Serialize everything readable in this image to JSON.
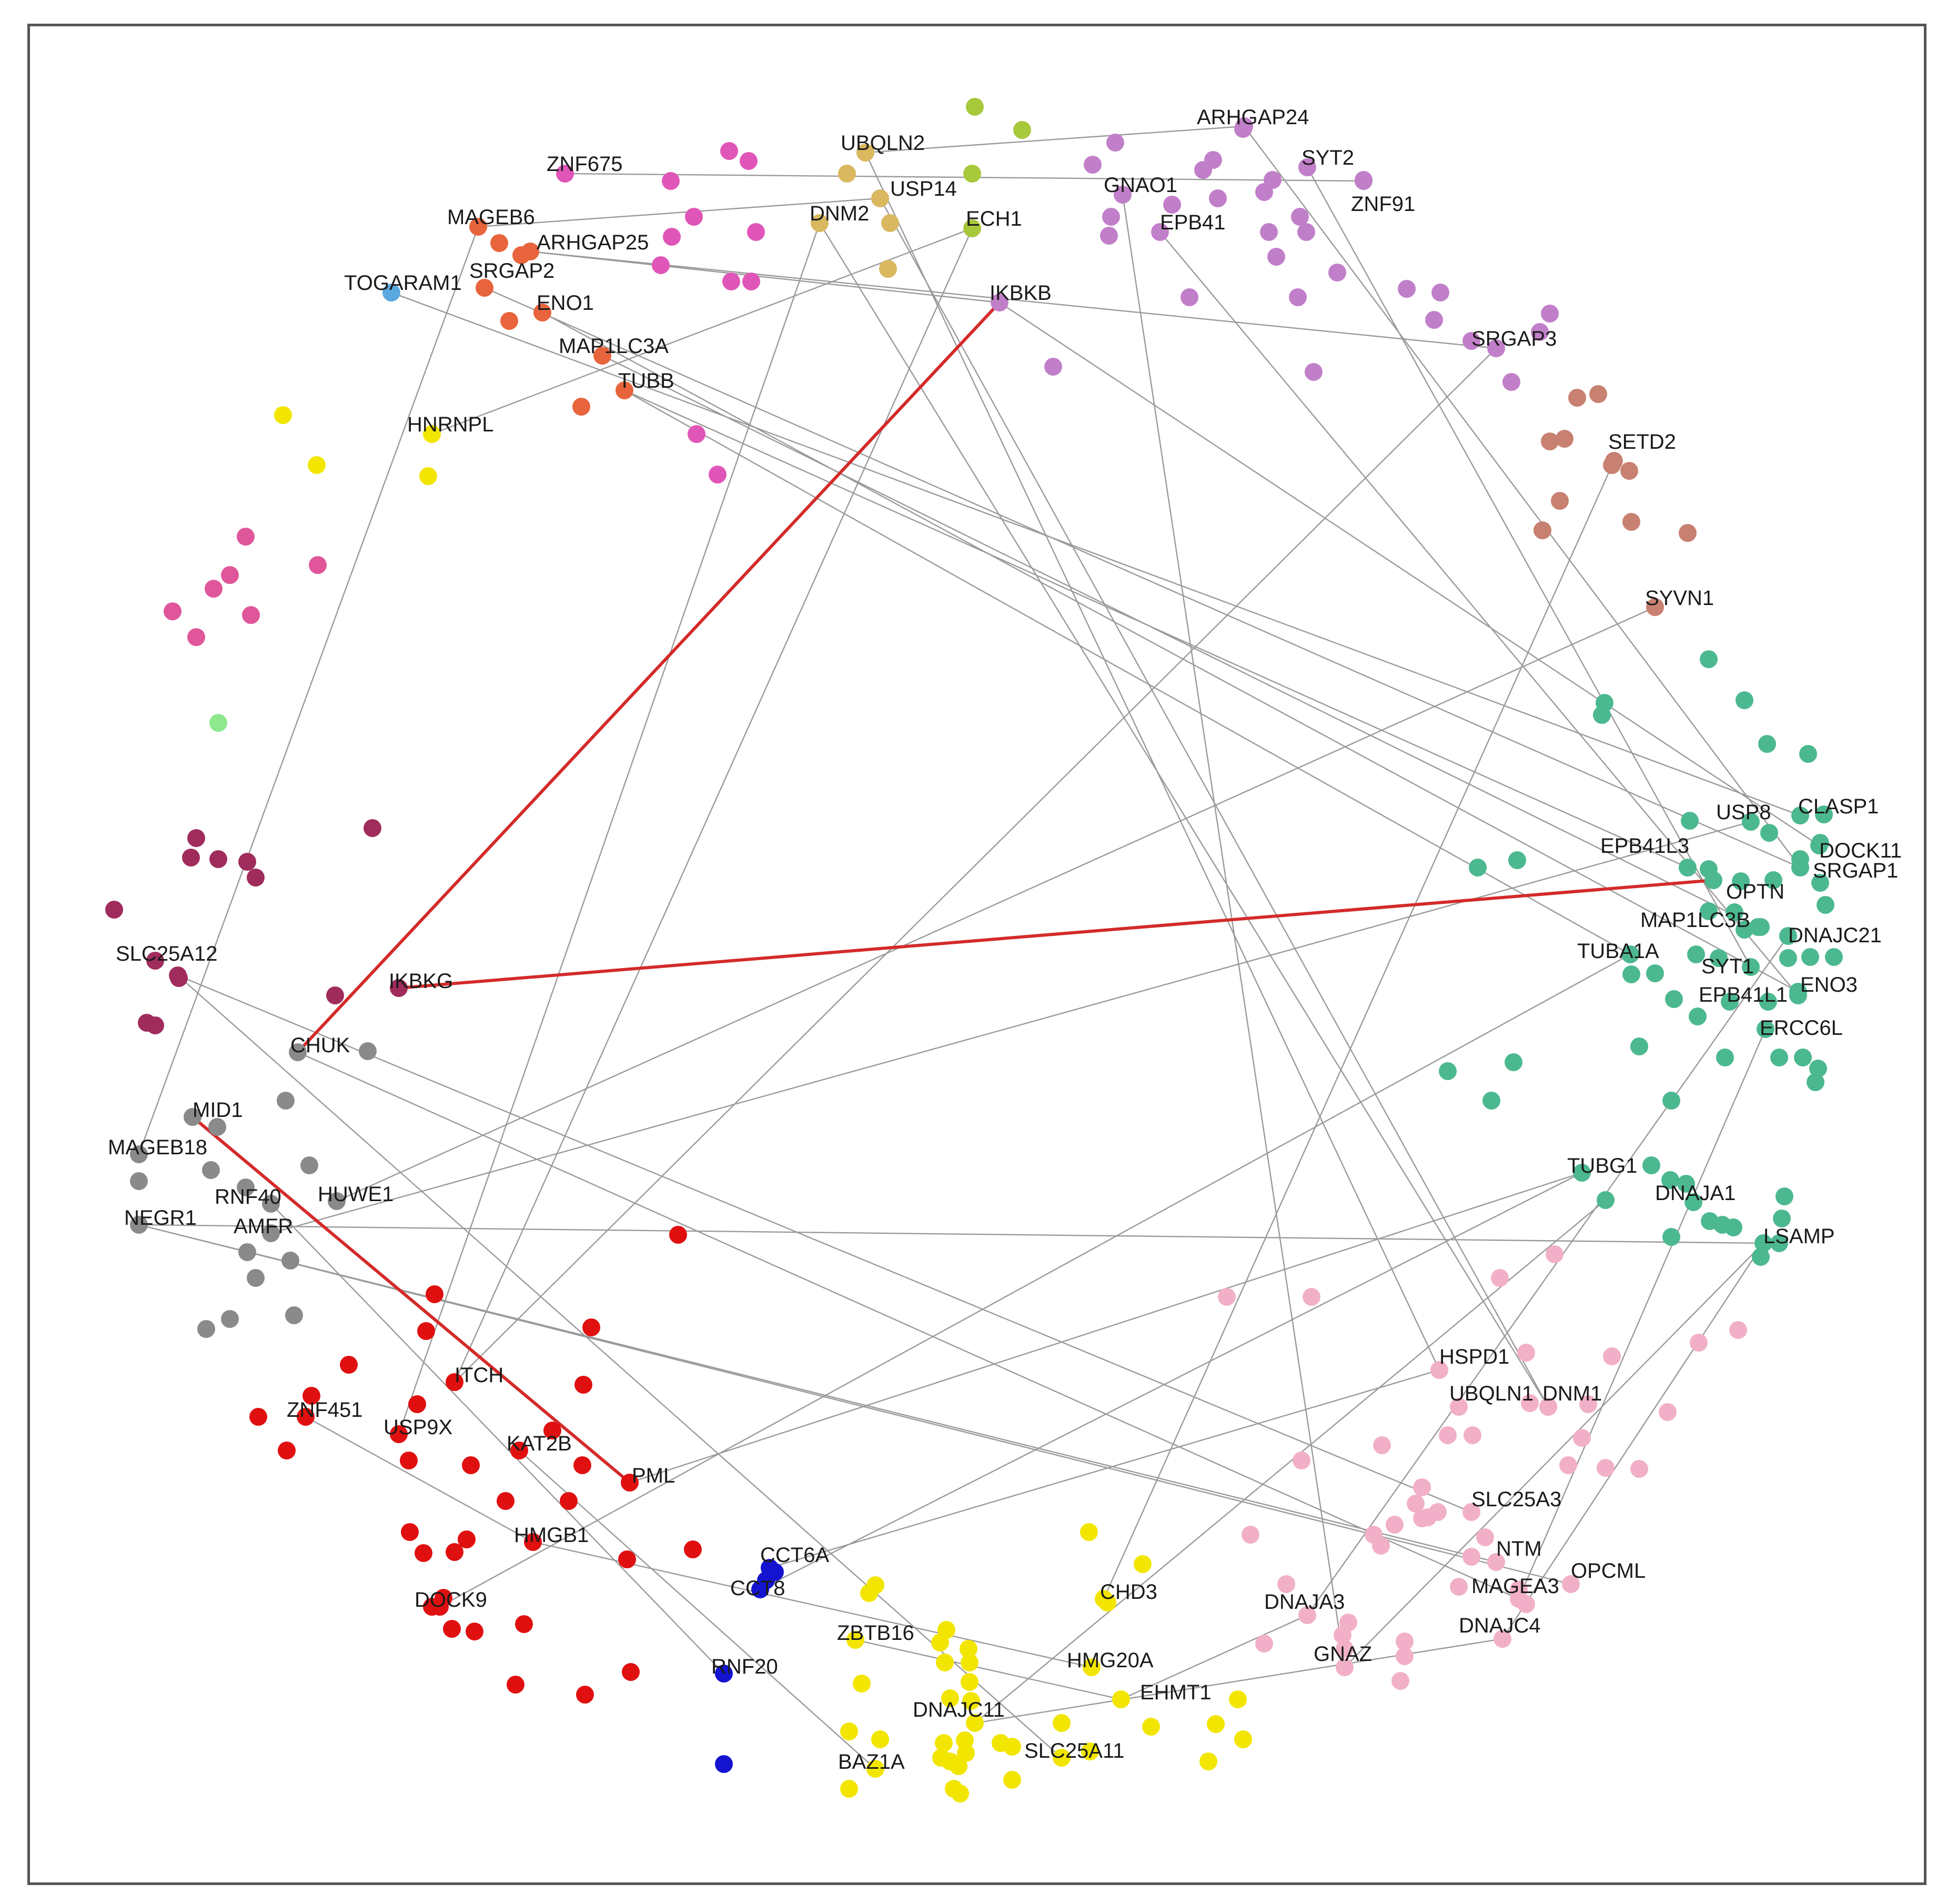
{
  "colors": {
    "background": "#ffffff",
    "frame": "#555555",
    "edge": "#9a9a9a",
    "highlight_edge": "#d42a2a",
    "label": "#1a1a1a"
  },
  "labels": {
    "ZNF675": "ZNF675",
    "UBQLN2": "UBQLN2",
    "USP14": "USP14",
    "DNM2": "DNM2",
    "ECH1": "ECH1",
    "ARHGAP24": "ARHGAP24",
    "SYT2": "SYT2",
    "GNAO1": "GNAO1",
    "ZNF91": "ZNF91",
    "EPB41": "EPB41",
    "MAGEB6": "MAGEB6",
    "ARHGAP25": "ARHGAP25",
    "SRGAP2": "SRGAP2",
    "TOGARAM1": "TOGARAM1",
    "ENO1": "ENO1",
    "IKBKB": "IKBKB",
    "MAP1LC3A": "MAP1LC3A",
    "TUBB": "TUBB",
    "HNRNPL": "HNRNPL",
    "SRGAP3": "SRGAP3",
    "SETD2": "SETD2",
    "SYVN1": "SYVN1",
    "USP8": "USP8",
    "CLASP1": "CLASP1",
    "DOCK11": "DOCK11",
    "EPB41L3": "EPB41L3",
    "SRGAP1": "SRGAP1",
    "OPTN": "OPTN",
    "MAP1LC3B": "MAP1LC3B",
    "DNAJC21": "DNAJC21",
    "TUBA1A": "TUBA1A",
    "SYT1": "SYT1",
    "EPB41L1": "EPB41L1",
    "ENO3": "ENO3",
    "ERCC6L": "ERCC6L",
    "SLC25A12": "SLC25A12",
    "IKBKG": "IKBKG",
    "CHUK": "CHUK",
    "MID1": "MID1",
    "MAGEB18": "MAGEB18",
    "RNF40": "RNF40",
    "HUWE1": "HUWE1",
    "NEGR1": "NEGR1",
    "AMFR": "AMFR",
    "TUBG1": "TUBG1",
    "DNAJA1": "DNAJA1",
    "LSAMP": "LSAMP",
    "HSPD1": "HSPD1",
    "UBQLN1": "UBQLN1",
    "DNM1": "DNM1",
    "ITCH": "ITCH",
    "ZNF451": "ZNF451",
    "USP9X": "USP9X",
    "KAT2B": "KAT2B",
    "PML": "PML",
    "SLC25A3": "SLC25A3",
    "HMGB1": "HMGB1",
    "CCT6A": "CCT6A",
    "NTM": "NTM",
    "CCT8": "CCT8",
    "OPCML": "OPCML",
    "MAGEA3": "MAGEA3",
    "CHD3": "CHD3",
    "DOCK9": "DOCK9",
    "DNAJA3": "DNAJA3",
    "ZBTB16": "ZBTB16",
    "DNAJC4": "DNAJC4",
    "HMG20A": "HMG20A",
    "GNAZ": "GNAZ",
    "RNF20": "RNF20",
    "EHMT1": "EHMT1",
    "DNAJC11": "DNAJC11",
    "BAZ1A": "BAZ1A",
    "SLC25A11": "SLC25A11"
  },
  "clusters": [
    {
      "id": "magenta",
      "color": "#e056b8"
    },
    {
      "id": "gold",
      "color": "#d9b860"
    },
    {
      "id": "olive",
      "color": "#a8c83c"
    },
    {
      "id": "violet",
      "color": "#c17fc9"
    },
    {
      "id": "orange",
      "color": "#e8643c"
    },
    {
      "id": "blue-light",
      "color": "#5aa8e0"
    },
    {
      "id": "yellow",
      "color": "#f2e600"
    },
    {
      "id": "pink",
      "color": "#e0569a"
    },
    {
      "id": "lime",
      "color": "#8ee88e"
    },
    {
      "id": "brown",
      "color": "#c88070"
    },
    {
      "id": "teal",
      "color": "#4cb890"
    },
    {
      "id": "maroon",
      "color": "#a02c5c"
    },
    {
      "id": "grey",
      "color": "#8a8a8a"
    },
    {
      "id": "red",
      "color": "#e01010"
    },
    {
      "id": "light-pink",
      "color": "#f2b0c8"
    },
    {
      "id": "blue",
      "color": "#1414d0"
    }
  ],
  "nodes": [
    {
      "label": "ZNF675",
      "cluster": "magenta"
    },
    {
      "label": "UBQLN2",
      "cluster": "gold"
    },
    {
      "label": "USP14",
      "cluster": "gold"
    },
    {
      "label": "DNM2",
      "cluster": "gold"
    },
    {
      "label": "ECH1",
      "cluster": "olive"
    },
    {
      "label": "ARHGAP24",
      "cluster": "violet"
    },
    {
      "label": "SYT2",
      "cluster": "violet"
    },
    {
      "label": "GNAO1",
      "cluster": "violet"
    },
    {
      "label": "ZNF91",
      "cluster": "violet"
    },
    {
      "label": "EPB41",
      "cluster": "violet"
    },
    {
      "label": "MAGEB6",
      "cluster": "orange"
    },
    {
      "label": "ARHGAP25",
      "cluster": "orange"
    },
    {
      "label": "SRGAP2",
      "cluster": "orange"
    },
    {
      "label": "TOGARAM1",
      "cluster": "blue-light"
    },
    {
      "label": "ENO1",
      "cluster": "orange"
    },
    {
      "label": "IKBKB",
      "cluster": "violet"
    },
    {
      "label": "MAP1LC3A",
      "cluster": "orange"
    },
    {
      "label": "TUBB",
      "cluster": "orange"
    },
    {
      "label": "HNRNPL",
      "cluster": "yellow"
    },
    {
      "label": "SRGAP3",
      "cluster": "violet"
    },
    {
      "label": "SETD2",
      "cluster": "brown"
    },
    {
      "label": "SYVN1",
      "cluster": "brown"
    },
    {
      "label": "USP8",
      "cluster": "teal"
    },
    {
      "label": "CLASP1",
      "cluster": "teal"
    },
    {
      "label": "DOCK11",
      "cluster": "teal"
    },
    {
      "label": "EPB41L3",
      "cluster": "teal"
    },
    {
      "label": "SRGAP1",
      "cluster": "teal"
    },
    {
      "label": "OPTN",
      "cluster": "teal"
    },
    {
      "label": "MAP1LC3B",
      "cluster": "teal"
    },
    {
      "label": "DNAJC21",
      "cluster": "teal"
    },
    {
      "label": "TUBA1A",
      "cluster": "teal"
    },
    {
      "label": "SYT1",
      "cluster": "teal"
    },
    {
      "label": "EPB41L1",
      "cluster": "teal"
    },
    {
      "label": "ENO3",
      "cluster": "teal"
    },
    {
      "label": "ERCC6L",
      "cluster": "teal"
    },
    {
      "label": "SLC25A12",
      "cluster": "maroon"
    },
    {
      "label": "IKBKG",
      "cluster": "maroon"
    },
    {
      "label": "CHUK",
      "cluster": "grey"
    },
    {
      "label": "MID1",
      "cluster": "grey"
    },
    {
      "label": "MAGEB18",
      "cluster": "grey"
    },
    {
      "label": "RNF40",
      "cluster": "grey"
    },
    {
      "label": "HUWE1",
      "cluster": "grey"
    },
    {
      "label": "NEGR1",
      "cluster": "grey"
    },
    {
      "label": "AMFR",
      "cluster": "grey"
    },
    {
      "label": "TUBG1",
      "cluster": "teal"
    },
    {
      "label": "DNAJA1",
      "cluster": "teal"
    },
    {
      "label": "LSAMP",
      "cluster": "teal"
    },
    {
      "label": "HSPD1",
      "cluster": "light-pink"
    },
    {
      "label": "UBQLN1",
      "cluster": "light-pink"
    },
    {
      "label": "DNM1",
      "cluster": "light-pink"
    },
    {
      "label": "ITCH",
      "cluster": "red"
    },
    {
      "label": "ZNF451",
      "cluster": "red"
    },
    {
      "label": "USP9X",
      "cluster": "red"
    },
    {
      "label": "KAT2B",
      "cluster": "red"
    },
    {
      "label": "PML",
      "cluster": "red"
    },
    {
      "label": "SLC25A3",
      "cluster": "light-pink"
    },
    {
      "label": "HMGB1",
      "cluster": "red"
    },
    {
      "label": "CCT6A",
      "cluster": "blue"
    },
    {
      "label": "NTM",
      "cluster": "light-pink"
    },
    {
      "label": "CCT8",
      "cluster": "blue"
    },
    {
      "label": "OPCML",
      "cluster": "light-pink"
    },
    {
      "label": "MAGEA3",
      "cluster": "light-pink"
    },
    {
      "label": "CHD3",
      "cluster": "yellow"
    },
    {
      "label": "DOCK9",
      "cluster": "red"
    },
    {
      "label": "DNAJA3",
      "cluster": "light-pink"
    },
    {
      "label": "ZBTB16",
      "cluster": "yellow"
    },
    {
      "label": "DNAJC4",
      "cluster": "light-pink"
    },
    {
      "label": "HMG20A",
      "cluster": "yellow"
    },
    {
      "label": "GNAZ",
      "cluster": "light-pink"
    },
    {
      "label": "RNF20",
      "cluster": "blue"
    },
    {
      "label": "EHMT1",
      "cluster": "yellow"
    },
    {
      "label": "DNAJC11",
      "cluster": "yellow"
    },
    {
      "label": "BAZ1A",
      "cluster": "yellow"
    },
    {
      "label": "SLC25A11",
      "cluster": "yellow"
    }
  ],
  "edges": [
    [
      "IKBKB",
      "CHUK",
      "highlight"
    ],
    [
      "IKBKG",
      "OPTN",
      "highlight"
    ],
    [
      "MID1",
      "PML",
      "highlight"
    ],
    [
      "ZNF675",
      "ZNF91",
      "normal"
    ],
    [
      "UBQLN2",
      "ARHGAP24",
      "normal"
    ],
    [
      "ARHGAP25",
      "IKBKB",
      "normal"
    ],
    [
      "ARHGAP25",
      "SRGAP3",
      "normal"
    ],
    [
      "MAGEB6",
      "USP14",
      "normal"
    ],
    [
      "ENO1",
      "ENO3",
      "normal"
    ],
    [
      "TUBB",
      "TUBA1A",
      "normal"
    ],
    [
      "TUBB",
      "EPB41L3",
      "normal"
    ],
    [
      "MAP1LC3A",
      "MAP1LC3B",
      "normal"
    ],
    [
      "HNRNPL",
      "ECH1",
      "normal"
    ],
    [
      "TOGARAM1",
      "CLASP1",
      "normal"
    ],
    [
      "SRGAP2",
      "SRGAP1",
      "normal"
    ],
    [
      "GNAO1",
      "GNAZ",
      "normal"
    ],
    [
      "EPB41",
      "EPB41L1",
      "normal"
    ],
    [
      "SYT2",
      "SYT1",
      "normal"
    ],
    [
      "USP14",
      "UBQLN1",
      "normal"
    ],
    [
      "UBQLN2",
      "HSPD1",
      "normal"
    ],
    [
      "DNM2",
      "DNM1",
      "normal"
    ],
    [
      "DNM2",
      "USP9X",
      "normal"
    ],
    [
      "ECH1",
      "ITCH",
      "normal"
    ],
    [
      "IKBKB",
      "DOCK11",
      "normal"
    ],
    [
      "SETD2",
      "CHD3",
      "normal"
    ],
    [
      "SYVN1",
      "HUWE1",
      "normal"
    ],
    [
      "SLC25A12",
      "SLC25A3",
      "normal"
    ],
    [
      "SLC25A12",
      "SLC25A11",
      "normal"
    ],
    [
      "CHUK",
      "MAGEA3",
      "normal"
    ],
    [
      "MAGEB18",
      "MAGEB6",
      "normal"
    ],
    [
      "NEGR1",
      "LSAMP",
      "normal"
    ],
    [
      "NEGR1",
      "NTM",
      "normal"
    ],
    [
      "NEGR1",
      "OPCML",
      "normal"
    ],
    [
      "AMFR",
      "USP8",
      "normal"
    ],
    [
      "RNF40",
      "RNF20",
      "normal"
    ],
    [
      "ZNF451",
      "HMGB1",
      "normal"
    ],
    [
      "KAT2B",
      "BAZ1A",
      "normal"
    ],
    [
      "PML",
      "TUBG1",
      "normal"
    ],
    [
      "HMGB1",
      "HMG20A",
      "normal"
    ],
    [
      "DOCK9",
      "TUBA1A",
      "normal"
    ],
    [
      "CCT6A",
      "HSPD1",
      "normal"
    ],
    [
      "CCT8",
      "TUBG1",
      "normal"
    ],
    [
      "ZBTB16",
      "EHMT1",
      "normal"
    ],
    [
      "DNAJC11",
      "DNAJA1",
      "normal"
    ],
    [
      "DNAJC11",
      "DNAJC4",
      "normal"
    ],
    [
      "EHMT1",
      "DNAJA3",
      "normal"
    ],
    [
      "DNAJA3",
      "DNAJC21",
      "normal"
    ],
    [
      "GNAZ",
      "LSAMP",
      "normal"
    ],
    [
      "DNAJC4",
      "LSAMP",
      "normal"
    ],
    [
      "MAGEA3",
      "ERCC6L",
      "normal"
    ],
    [
      "ITCH",
      "SRGAP3",
      "normal"
    ],
    [
      "ARHGAP24",
      "SRGAP1",
      "normal"
    ]
  ]
}
